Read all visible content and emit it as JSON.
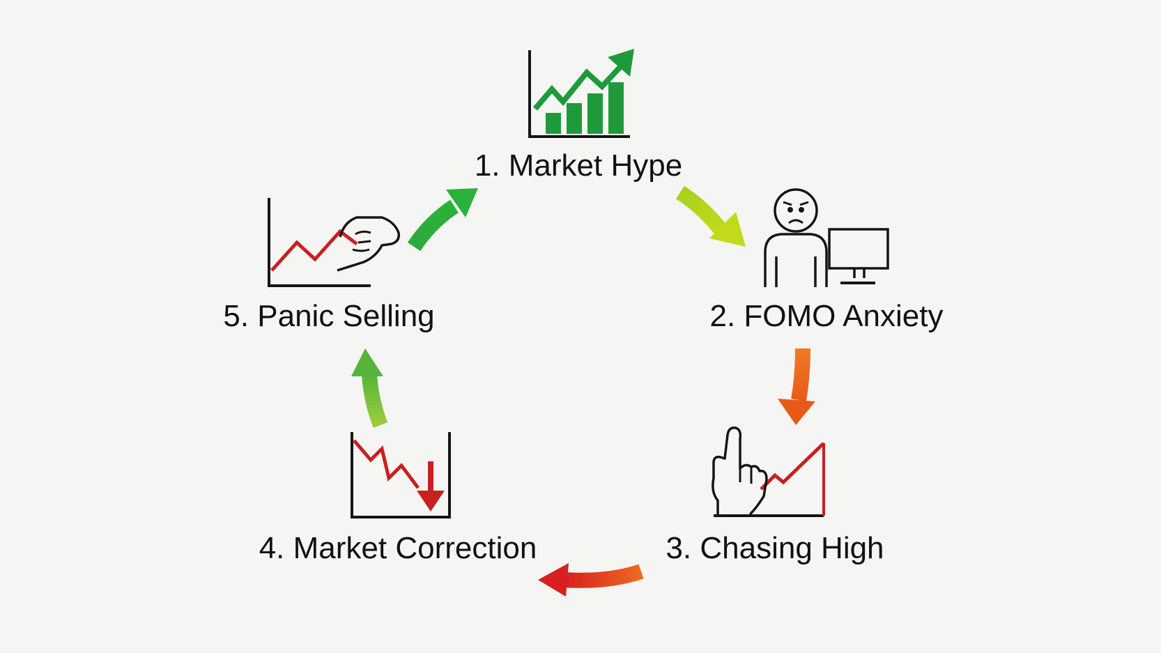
{
  "stages": [
    {
      "label": "1. Market Hype",
      "icon": "rising-bar-chart-icon"
    },
    {
      "label": "2. FOMO Anxiety",
      "icon": "anxious-person-at-computer-icon"
    },
    {
      "label": "3. Chasing High",
      "icon": "hand-pointing-at-peak-chart-icon"
    },
    {
      "label": "4. Market Correction",
      "icon": "falling-chart-icon"
    },
    {
      "label": "5. Panic Selling",
      "icon": "hand-releasing-chart-icon"
    }
  ],
  "colors": {
    "background": "#f5f5f3",
    "text": "#111111",
    "outline": "#151515",
    "hype_green": "#1f9a3a",
    "decline_red": "#c8201f",
    "arrow_green": "#2eaa3c",
    "arrow_yellow_green": "#b5d61c",
    "arrow_orange": "#ee6a1d",
    "arrow_red": "#de3a1f",
    "arrow_light_green": "#7fc53c"
  }
}
